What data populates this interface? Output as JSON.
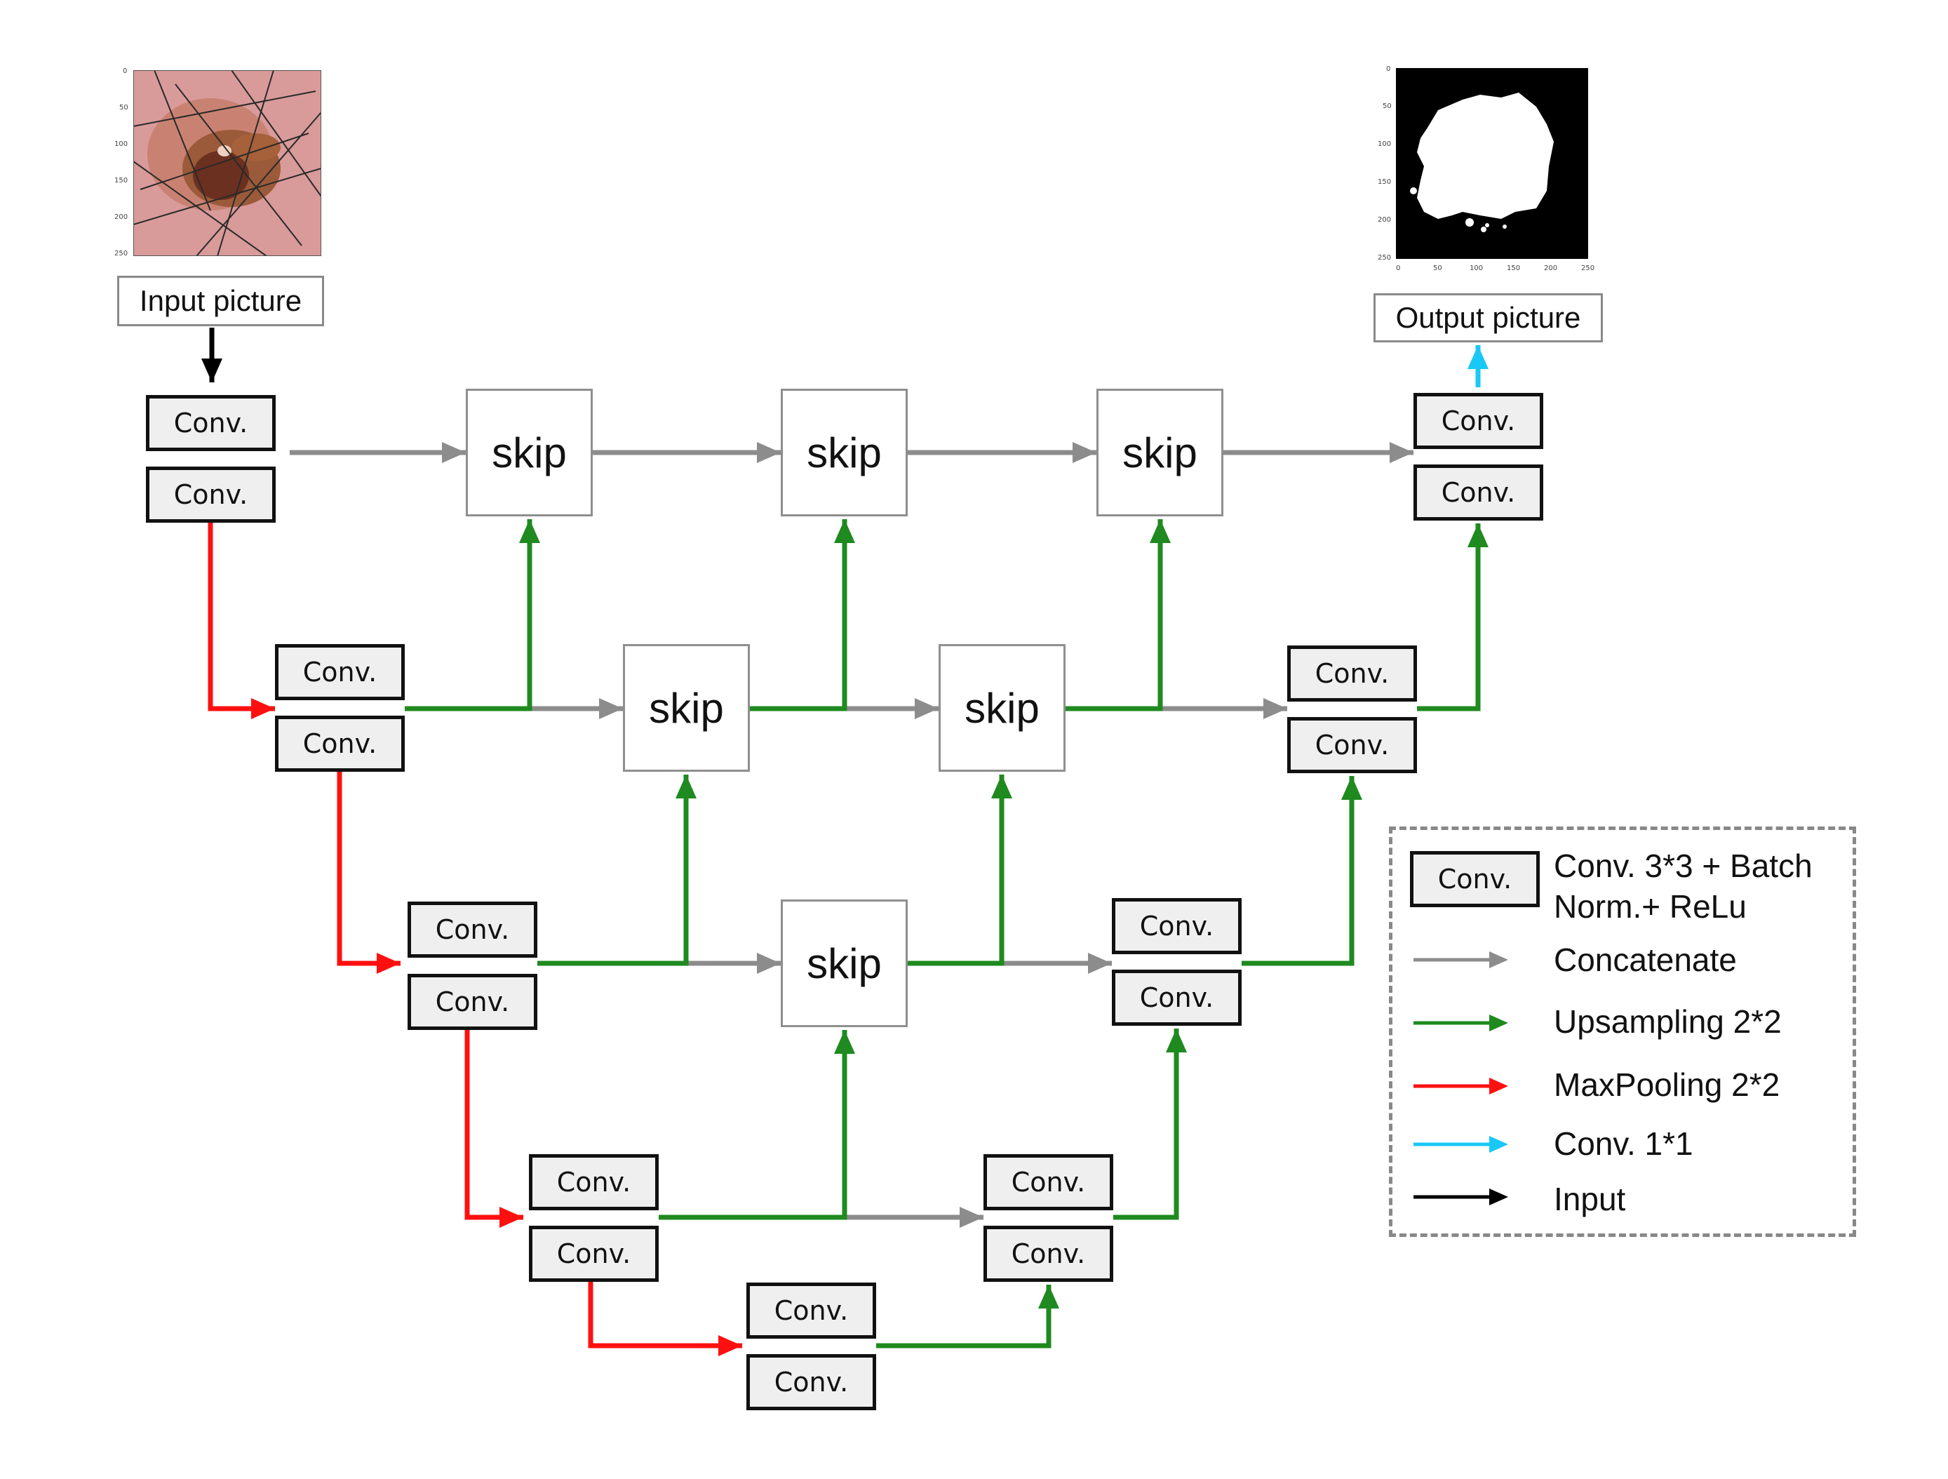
{
  "input_caption": "Input picture",
  "output_caption": "Output picture",
  "conv_label": "Conv.",
  "skip_label": "skip",
  "input_axis_ticks": [
    "0",
    "50",
    "100",
    "150",
    "200",
    "250"
  ],
  "output_y_ticks": [
    "0",
    "50",
    "100",
    "150",
    "200",
    "250"
  ],
  "output_x_ticks": [
    "0",
    "50",
    "100",
    "150",
    "200",
    "250"
  ],
  "legend": {
    "conv_box_label": "Conv.",
    "conv_desc_line1": "Conv. 3*3 + Batch",
    "conv_desc_line2": "Norm.+ ReLu",
    "items": [
      {
        "label": "Concatenate",
        "color": "#8c8c8c"
      },
      {
        "label": "Upsampling 2*2",
        "color": "#1f8a1f"
      },
      {
        "label": "MaxPooling 2*2",
        "color": "#ff1010"
      },
      {
        "label": "Conv. 1*1",
        "color": "#19c8f5"
      },
      {
        "label": "Input",
        "color": "#000000"
      }
    ]
  },
  "colors": {
    "concatenate": "#8c8c8c",
    "upsampling": "#1f8a1f",
    "maxpooling": "#ff1010",
    "conv1x1": "#19c8f5",
    "input": "#000000"
  }
}
